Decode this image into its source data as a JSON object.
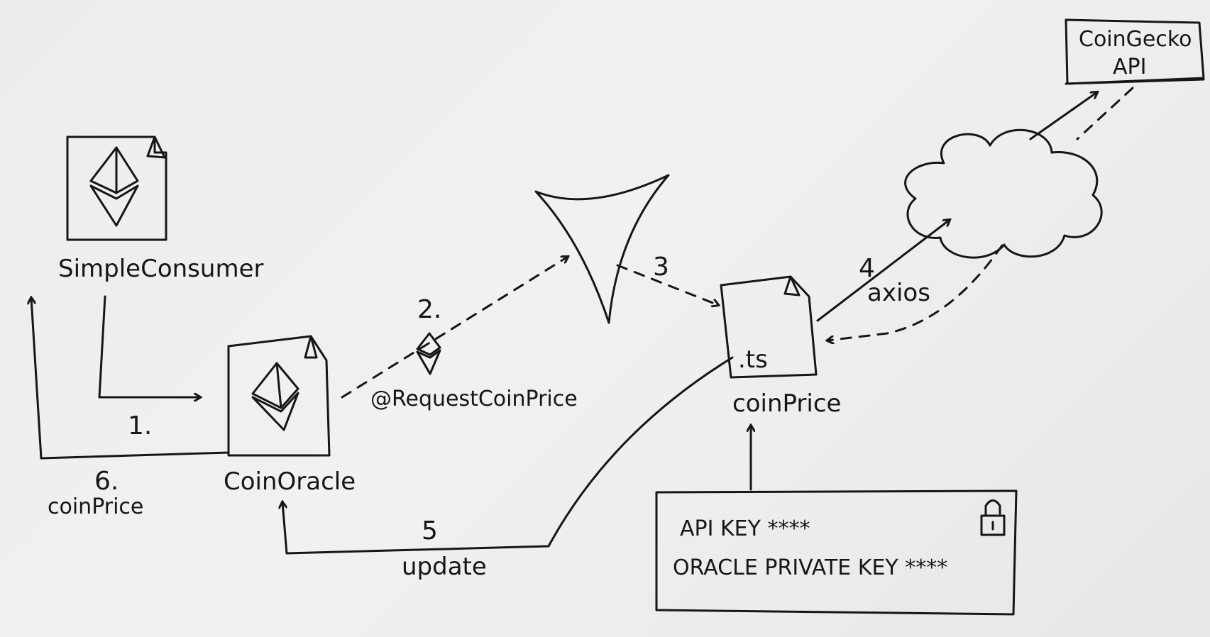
{
  "nodes": {
    "simple_consumer": "SimpleConsumer",
    "coin_oracle": "CoinOracle",
    "coin_price_file": ".ts",
    "coin_price_label": "coinPrice",
    "coingecko_line1": "CoinGecko",
    "coingecko_line2": "API"
  },
  "secrets": {
    "api_key": "API KEY  ****",
    "oracle_private_key": "ORACLE PRIVATE KEY  ****"
  },
  "steps": {
    "s1": "1.",
    "s2": "2.",
    "s2_event": "@RequestCoinPrice",
    "s3": "3",
    "s4": "4",
    "s4_label": "axios",
    "s5": "5",
    "s5_label": "update",
    "s6": "6.",
    "s6_label": "coinPrice"
  },
  "icons": [
    "ethereum-icon",
    "the-graph-icon",
    "cloud-icon",
    "lock-icon",
    "file-icon"
  ]
}
